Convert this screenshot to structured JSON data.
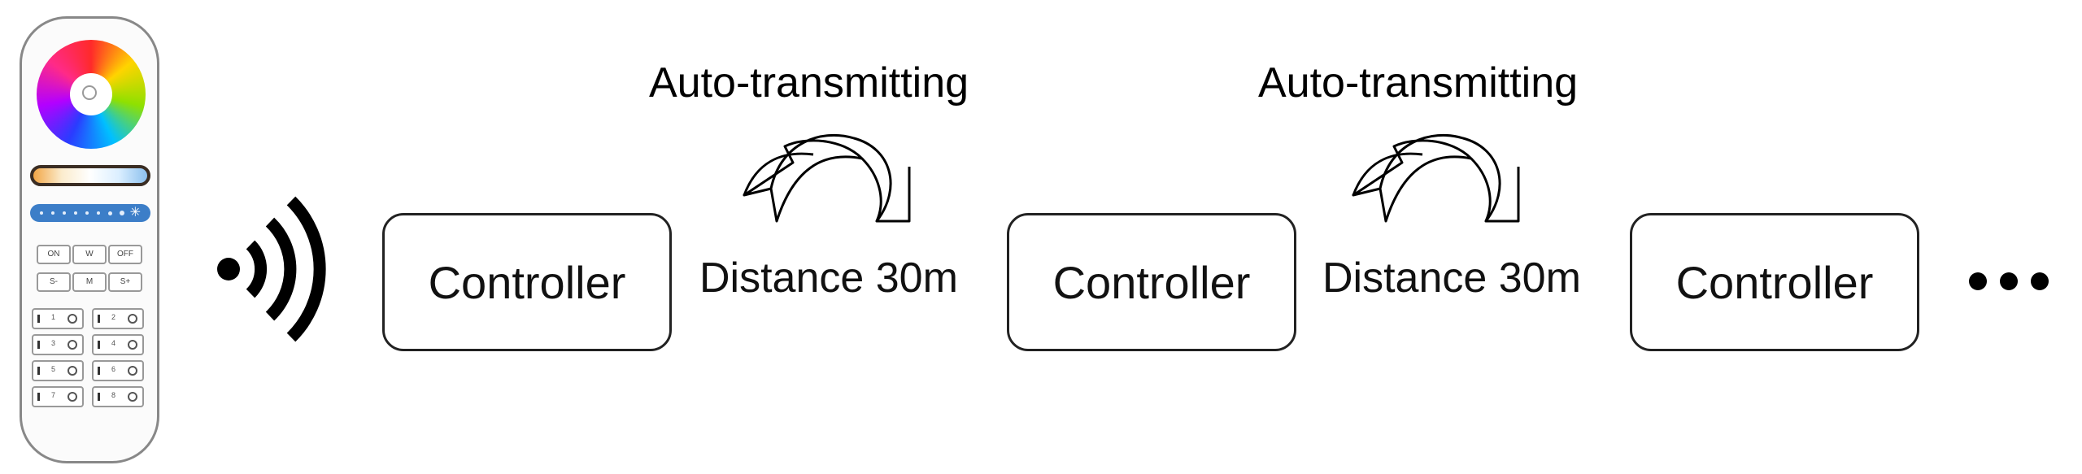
{
  "remote": {
    "buttons": {
      "on": "ON",
      "w": "W",
      "off": "OFF",
      "s_minus": "S-",
      "m": "M",
      "s_plus": "S+"
    },
    "zones": [
      "1",
      "2",
      "3",
      "4",
      "5",
      "6",
      "7",
      "8"
    ]
  },
  "diagram": {
    "controller_label": "Controller",
    "hops": [
      {
        "auto_label": "Auto-transmitting",
        "distance_label": "Distance 30m"
      },
      {
        "auto_label": "Auto-transmitting",
        "distance_label": "Distance 30m"
      }
    ]
  },
  "icons": {
    "signal": "wireless-signal-icon",
    "arrow": "curved-arrow-icon",
    "more": "ellipsis-icon"
  }
}
